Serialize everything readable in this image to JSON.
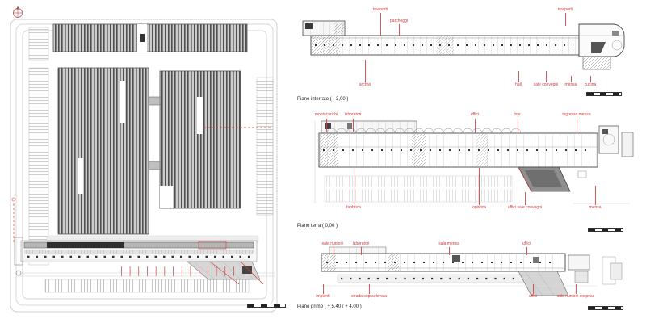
{
  "sheet": {
    "colors": {
      "annotation_red": "#d23c3c",
      "roof_dark": "#4f4f4f",
      "roof_bg": "#cccccc"
    },
    "plans": [
      {
        "caption": "Piano  interrato ( - 3,00 )",
        "labels_top": [
          "trasporti",
          "parcheggi",
          "trasporti"
        ],
        "labels_bottom": [
          "archivi",
          "hall",
          "sale convegni",
          "mensa",
          "cucina"
        ]
      },
      {
        "caption": "Piano  terra ( 0,00 )",
        "labels_top": [
          "montacarichi",
          "laboratori",
          "uffici",
          "bar",
          "ingresso mensa"
        ],
        "labels_bottom": [
          "fabbrica",
          "logistica",
          "uffici sale convegni",
          "mensa"
        ]
      },
      {
        "caption": "Piano  primo ( + 5,40 / + 4,00 )",
        "labels_top": [
          "sale riunioni",
          "laboratori",
          "sala mensa",
          "uffici"
        ],
        "labels_bottom": [
          "impianti",
          "strada sopraelevata",
          "uffici",
          "sala riunioni sospesa"
        ]
      }
    ]
  }
}
